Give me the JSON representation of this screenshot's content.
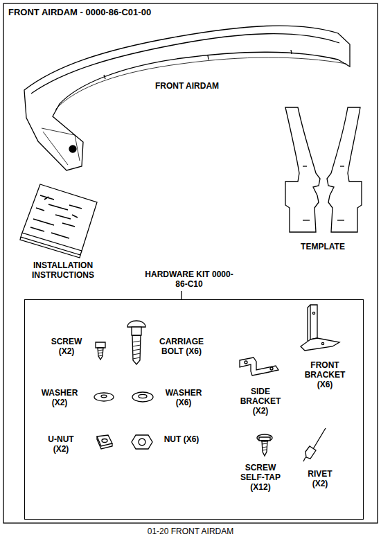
{
  "diagram": {
    "title": "FRONT AIRDAM - 0000-86-C01-00",
    "caption": "01-20 FRONT AIRDAM",
    "nodes": [
      {
        "text": [
          "HARDWARE KIT 0000-86-C10"
        ]
      }
    ],
    "labels": [
      "FRONT AIRDAM",
      "TEMPLATE",
      "INSTALLATION INSTRUCTIONS",
      "SCREW (X2)",
      "CARRIAGE BOLT (X6)",
      "WASHER (X2)",
      "WASHER (X6)",
      "U-NUT (X2)",
      "NUT (X6)",
      "SIDE BRACKET (X2)",
      "FRONT BRACKET (X6)",
      "SCREW SELF-TAP (X12)",
      "RIVET (X2)"
    ]
  }
}
